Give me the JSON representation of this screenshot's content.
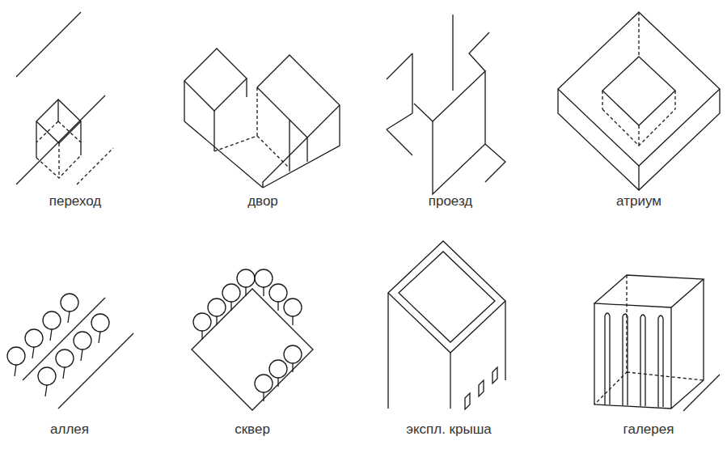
{
  "diagram": {
    "labels": [
      "переход",
      "двор",
      "проезд",
      "атриум",
      "аллея",
      "сквер",
      "экспл. крыша",
      "галерея"
    ]
  }
}
